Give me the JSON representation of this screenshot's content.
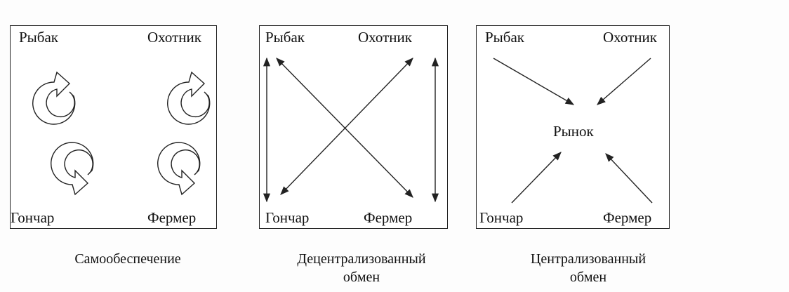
{
  "panels": [
    {
      "nodes": {
        "top_left": "Рыбак",
        "top_right": "Охотник",
        "bottom_left": "Гончар",
        "bottom_right": "Фермер"
      },
      "caption": [
        "Самообеспечение"
      ]
    },
    {
      "nodes": {
        "top_left": "Рыбак",
        "top_right": "Охотник",
        "bottom_left": "Гончар",
        "bottom_right": "Фермер"
      },
      "caption": [
        "Децентрализованный",
        "обмен"
      ]
    },
    {
      "nodes": {
        "top_left": "Рыбак",
        "top_right": "Охотник",
        "bottom_left": "Гончар",
        "bottom_right": "Фермер",
        "center": "Рынок"
      },
      "caption": [
        "Централизованный",
        "обмен"
      ]
    }
  ],
  "stroke_color": "#222222"
}
